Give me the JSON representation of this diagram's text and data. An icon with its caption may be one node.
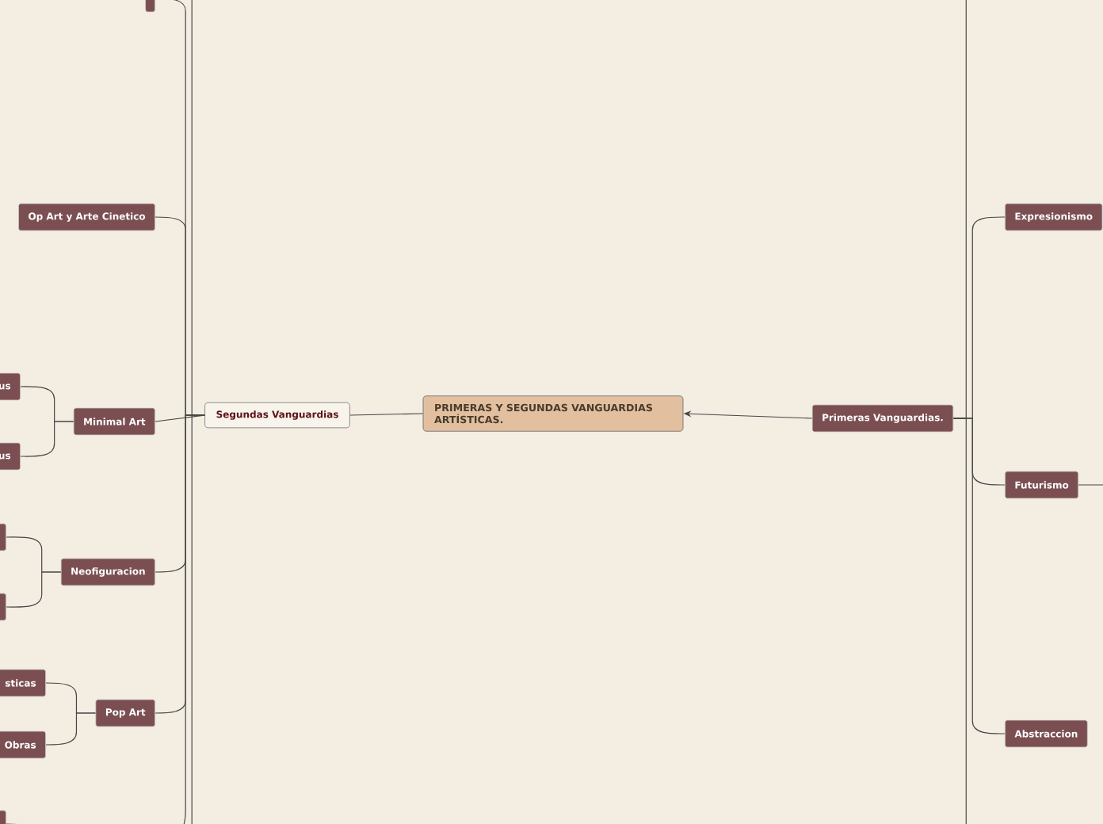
{
  "diagram": {
    "nodes": [
      {
        "text": [
          "PRIMERAS Y SEGUNDAS VANGUARDIAS ARTÍSTICAS."
        ]
      },
      {
        "text": [
          "Segundas Vanguardias"
        ]
      },
      {
        "text": [
          "Primeras Vanguardias."
        ]
      },
      {
        "text": [],
        "shape": "box"
      },
      {
        "text": [
          "Op Art y Arte Cinetico"
        ]
      },
      {
        "text": [
          "Minimal Art"
        ]
      },
      {
        "text": [
          "us"
        ]
      },
      {
        "text": [
          "us"
        ]
      },
      {
        "text": [
          "Neofiguracion"
        ]
      },
      {
        "text": [],
        "shape": "box"
      },
      {
        "text": [],
        "shape": "box"
      },
      {
        "text": [
          "Pop Art"
        ]
      },
      {
        "text": [
          "sticas"
        ]
      },
      {
        "text": [
          "Obras"
        ]
      },
      {
        "text": [],
        "shape": "box"
      },
      {
        "text": [
          "Expresionismo"
        ]
      },
      {
        "text": [
          "Futurismo"
        ]
      },
      {
        "text": [
          "Abstraccion"
        ]
      }
    ],
    "edges": [
      {
        "from": 2,
        "to": 0,
        "arrow": "to"
      },
      {
        "from": 0,
        "to": 1,
        "arrow": "none"
      },
      {
        "from": 1,
        "to": 3,
        "arrow": "none"
      },
      {
        "from": 1,
        "to": 4,
        "arrow": "none"
      },
      {
        "from": 1,
        "to": 5,
        "arrow": "none"
      },
      {
        "from": 1,
        "to": 8,
        "arrow": "none"
      },
      {
        "from": 1,
        "to": 11,
        "arrow": "none"
      },
      {
        "from": 1,
        "to": 14,
        "arrow": "none"
      },
      {
        "from": 1,
        "to": null,
        "arrow": "none"
      },
      {
        "from": 1,
        "to": null,
        "arrow": "none"
      },
      {
        "from": 5,
        "to": 6,
        "arrow": "none"
      },
      {
        "from": 5,
        "to": 7,
        "arrow": "none"
      },
      {
        "from": 8,
        "to": 9,
        "arrow": "none"
      },
      {
        "from": 8,
        "to": 10,
        "arrow": "none"
      },
      {
        "from": 11,
        "to": 12,
        "arrow": "none"
      },
      {
        "from": 11,
        "to": 13,
        "arrow": "none"
      },
      {
        "from": 2,
        "to": 15,
        "arrow": "none"
      },
      {
        "from": 2,
        "to": 16,
        "arrow": "none"
      },
      {
        "from": 2,
        "to": 17,
        "arrow": "none"
      },
      {
        "from": 2,
        "to": null,
        "arrow": "none"
      },
      {
        "from": 2,
        "to": null,
        "arrow": "none"
      },
      {
        "from": 16,
        "to": null,
        "arrow": "none"
      }
    ]
  }
}
